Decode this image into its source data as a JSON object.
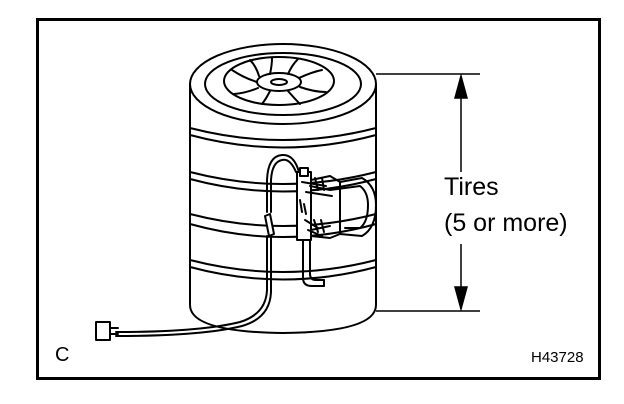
{
  "labels": {
    "tires_line1": "Tires",
    "tires_line2": "(5 or more)",
    "corner_letter": "C",
    "figure_number": "H43728"
  },
  "colors": {
    "stroke": "#000000",
    "background": "#ffffff"
  }
}
